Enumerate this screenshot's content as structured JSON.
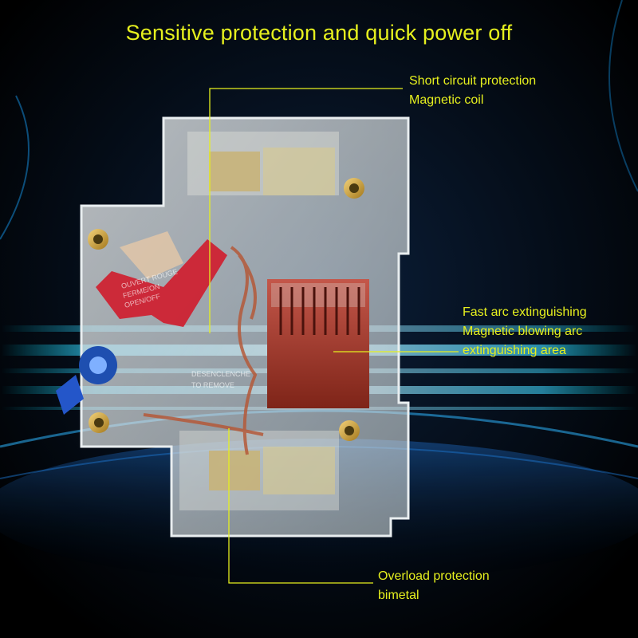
{
  "title": "Sensitive protection and quick power off",
  "callouts": {
    "short_circuit": {
      "line1": "Short circuit protection",
      "line2": "Magnetic coil"
    },
    "arc": {
      "line1": "Fast arc extinguishing",
      "line2": "Magnetic blowing arc",
      "line3": "extinguishing area"
    },
    "overload": {
      "line1": "Overload protection",
      "line2": "bimetal"
    }
  },
  "device_markings": {
    "lever_text": [
      "OUVERT ROUGE",
      "FERME/ON",
      "OPEN/OFF"
    ],
    "center_text": [
      "DESENCLENCHE",
      "TO REMOVE"
    ]
  },
  "colors": {
    "label": "#e6f01e",
    "callout_line": "#e6f01e",
    "arc_chute": "#9a3222",
    "handle": "#d01c2c",
    "knob": "#1e4fb0",
    "background": "#000000",
    "glow": "#00b8ff"
  }
}
